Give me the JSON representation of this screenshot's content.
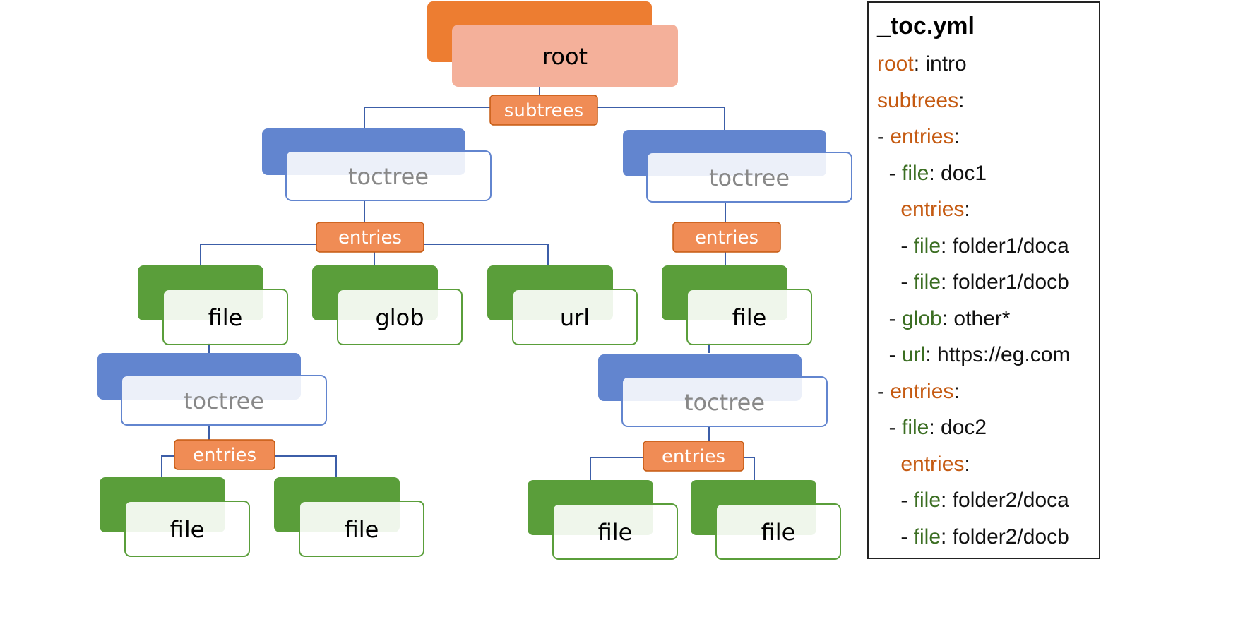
{
  "colors": {
    "orange_dark": "#ed7d31",
    "orange_light": "#f4b09a",
    "orange_label": "#f08c55",
    "blue": "#6285cf",
    "green": "#5a9e3a",
    "line": "#3c5ea8",
    "key_orange": "#c55a11",
    "key_green": "#3b6e22"
  },
  "tree": {
    "root": "root",
    "subtrees": "subtrees",
    "toctree": "toctree",
    "entries": "entries",
    "file": "file",
    "glob": "glob",
    "url": "url"
  },
  "toc": {
    "title": "_toc.yml",
    "lines": [
      {
        "indent": "",
        "key": "root",
        "sep": ": ",
        "value": "intro",
        "key_color": "orange"
      },
      {
        "indent": "",
        "key": "subtrees",
        "sep": ":",
        "value": "",
        "key_color": "orange"
      },
      {
        "indent": "- ",
        "key": "entries",
        "sep": ":",
        "value": "",
        "key_color": "orange"
      },
      {
        "indent": "  - ",
        "key": "file",
        "sep": ": ",
        "value": "doc1",
        "key_color": "green"
      },
      {
        "indent": "    ",
        "key": "entries",
        "sep": ":",
        "value": "",
        "key_color": "orange"
      },
      {
        "indent": "    - ",
        "key": "file",
        "sep": ": ",
        "value": "folder1/doca",
        "key_color": "green"
      },
      {
        "indent": "    - ",
        "key": "file",
        "sep": ": ",
        "value": "folder1/docb",
        "key_color": "green"
      },
      {
        "indent": "  - ",
        "key": "glob",
        "sep": ": ",
        "value": "other*",
        "key_color": "green"
      },
      {
        "indent": "  - ",
        "key": "url",
        "sep": ": ",
        "value": "https://eg.com",
        "key_color": "green"
      },
      {
        "indent": "- ",
        "key": "entries",
        "sep": ":",
        "value": "",
        "key_color": "orange"
      },
      {
        "indent": "  - ",
        "key": "file",
        "sep": ": ",
        "value": "doc2",
        "key_color": "green"
      },
      {
        "indent": "    ",
        "key": "entries",
        "sep": ":",
        "value": "",
        "key_color": "orange"
      },
      {
        "indent": "    - ",
        "key": "file",
        "sep": ": ",
        "value": "folder2/doca",
        "key_color": "green"
      },
      {
        "indent": "    - ",
        "key": "file",
        "sep": ": ",
        "value": "folder2/docb",
        "key_color": "green"
      }
    ]
  }
}
